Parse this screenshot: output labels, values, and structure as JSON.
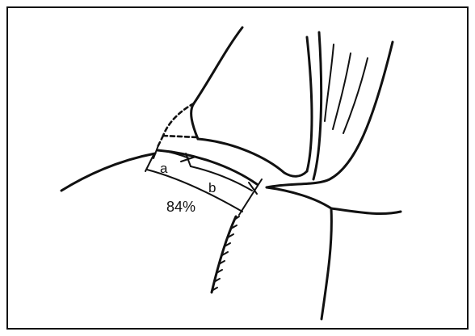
{
  "labels": {
    "segment_a": "a",
    "segment_b": "b",
    "percentage": "84%"
  }
}
